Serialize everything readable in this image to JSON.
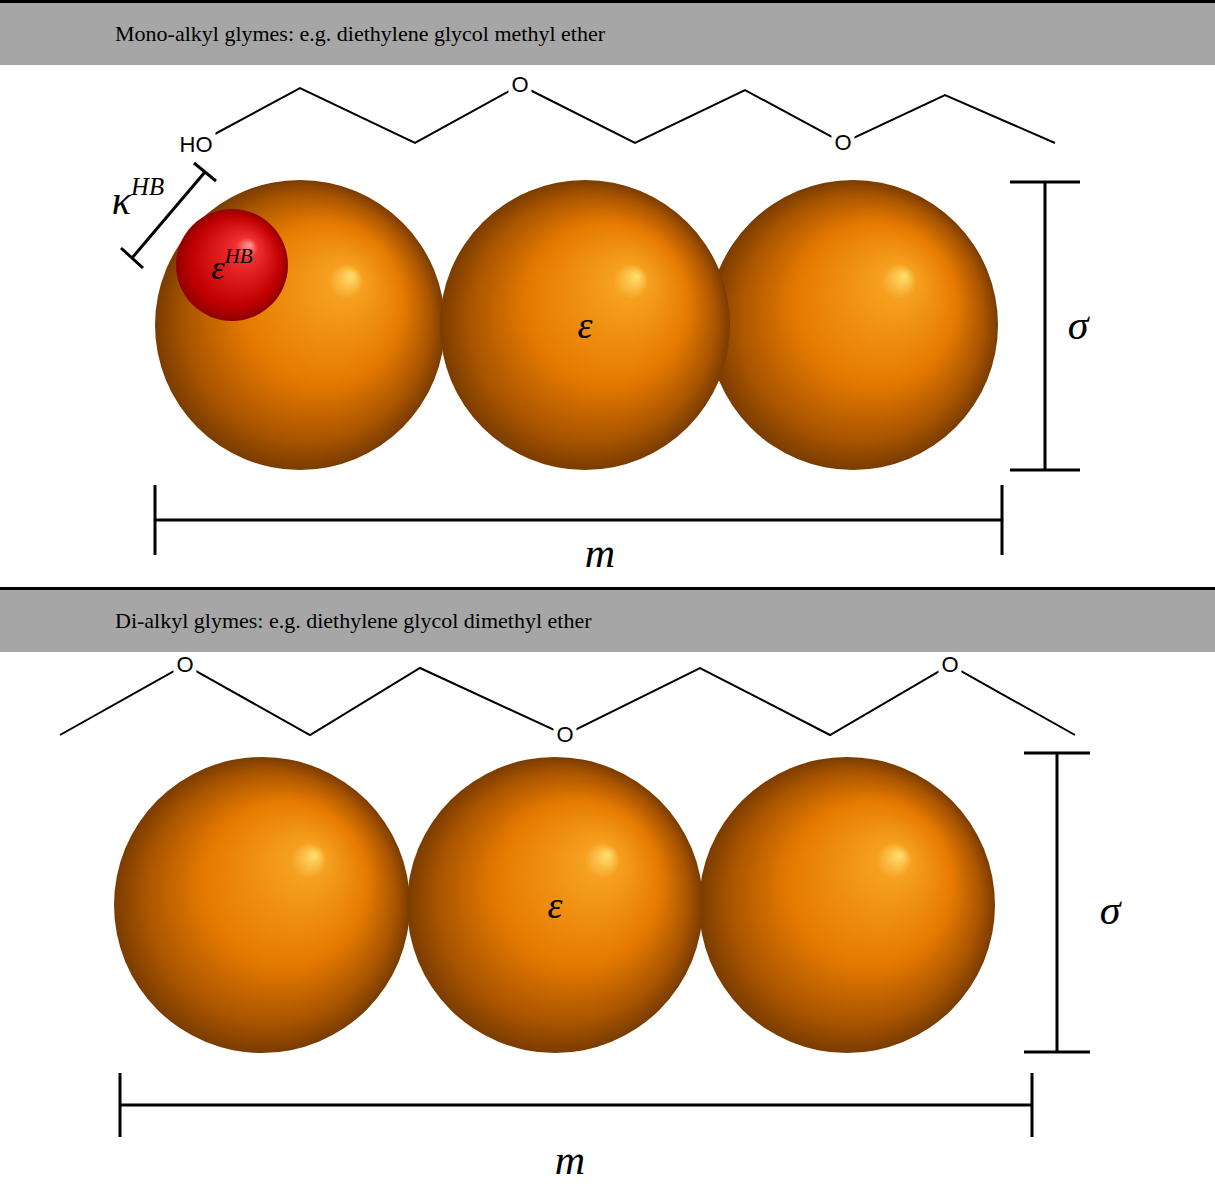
{
  "diagram": {
    "nodes": [
      {
        "text": [
          "Mono-alkyl glymes: e.g. diethylene glycol methyl ether"
        ]
      },
      {
        "text": [
          "εHB"
        ]
      },
      {
        "text": [
          "ε"
        ]
      },
      {
        "text": [
          "Di-alkyl glymes: e.g. diethylene glycol dimethyl ether"
        ]
      },
      {
        "text": [
          "ε"
        ]
      }
    ],
    "labels": [
      "HO",
      "O",
      "O",
      "κHB",
      "σ",
      "m",
      "O",
      "O",
      "O",
      "σ",
      "m"
    ]
  }
}
